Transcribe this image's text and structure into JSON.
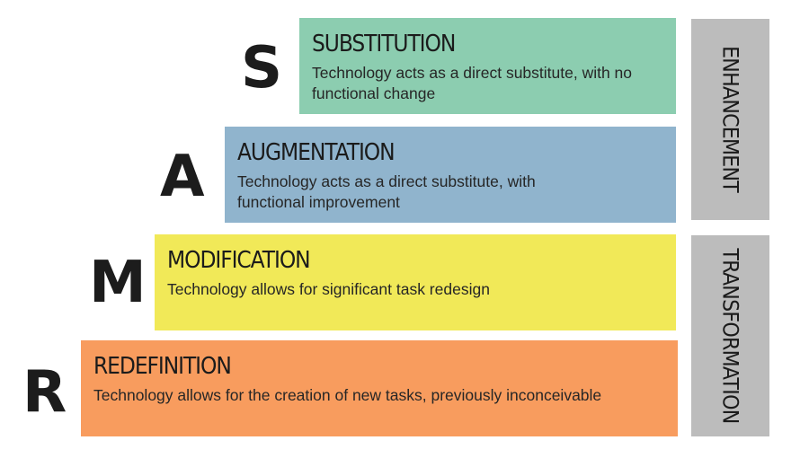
{
  "letters": [
    "S",
    "A",
    "M",
    "R"
  ],
  "levels": [
    {
      "title": "SUBSTITUTION",
      "description": "Technology acts as a direct substitute, with no functional change",
      "color": "#8ccdb0"
    },
    {
      "title": "AUGMENTATION",
      "description": "Technology acts as a direct substitute, with functional improvement",
      "color": "#90b4cd"
    },
    {
      "title": "MODIFICATION",
      "description": "Technology allows for significant task redesign",
      "color": "#f1e958"
    },
    {
      "title": "REDEFINITION",
      "description": "Technology allows for the creation of new tasks, previously inconceivable",
      "color": "#f89c5e"
    }
  ],
  "groups": [
    {
      "label": "ENHANCEMENT",
      "color": "#bcbcbc"
    },
    {
      "label": "TRANSFORMATION",
      "color": "#bcbcbc"
    }
  ]
}
